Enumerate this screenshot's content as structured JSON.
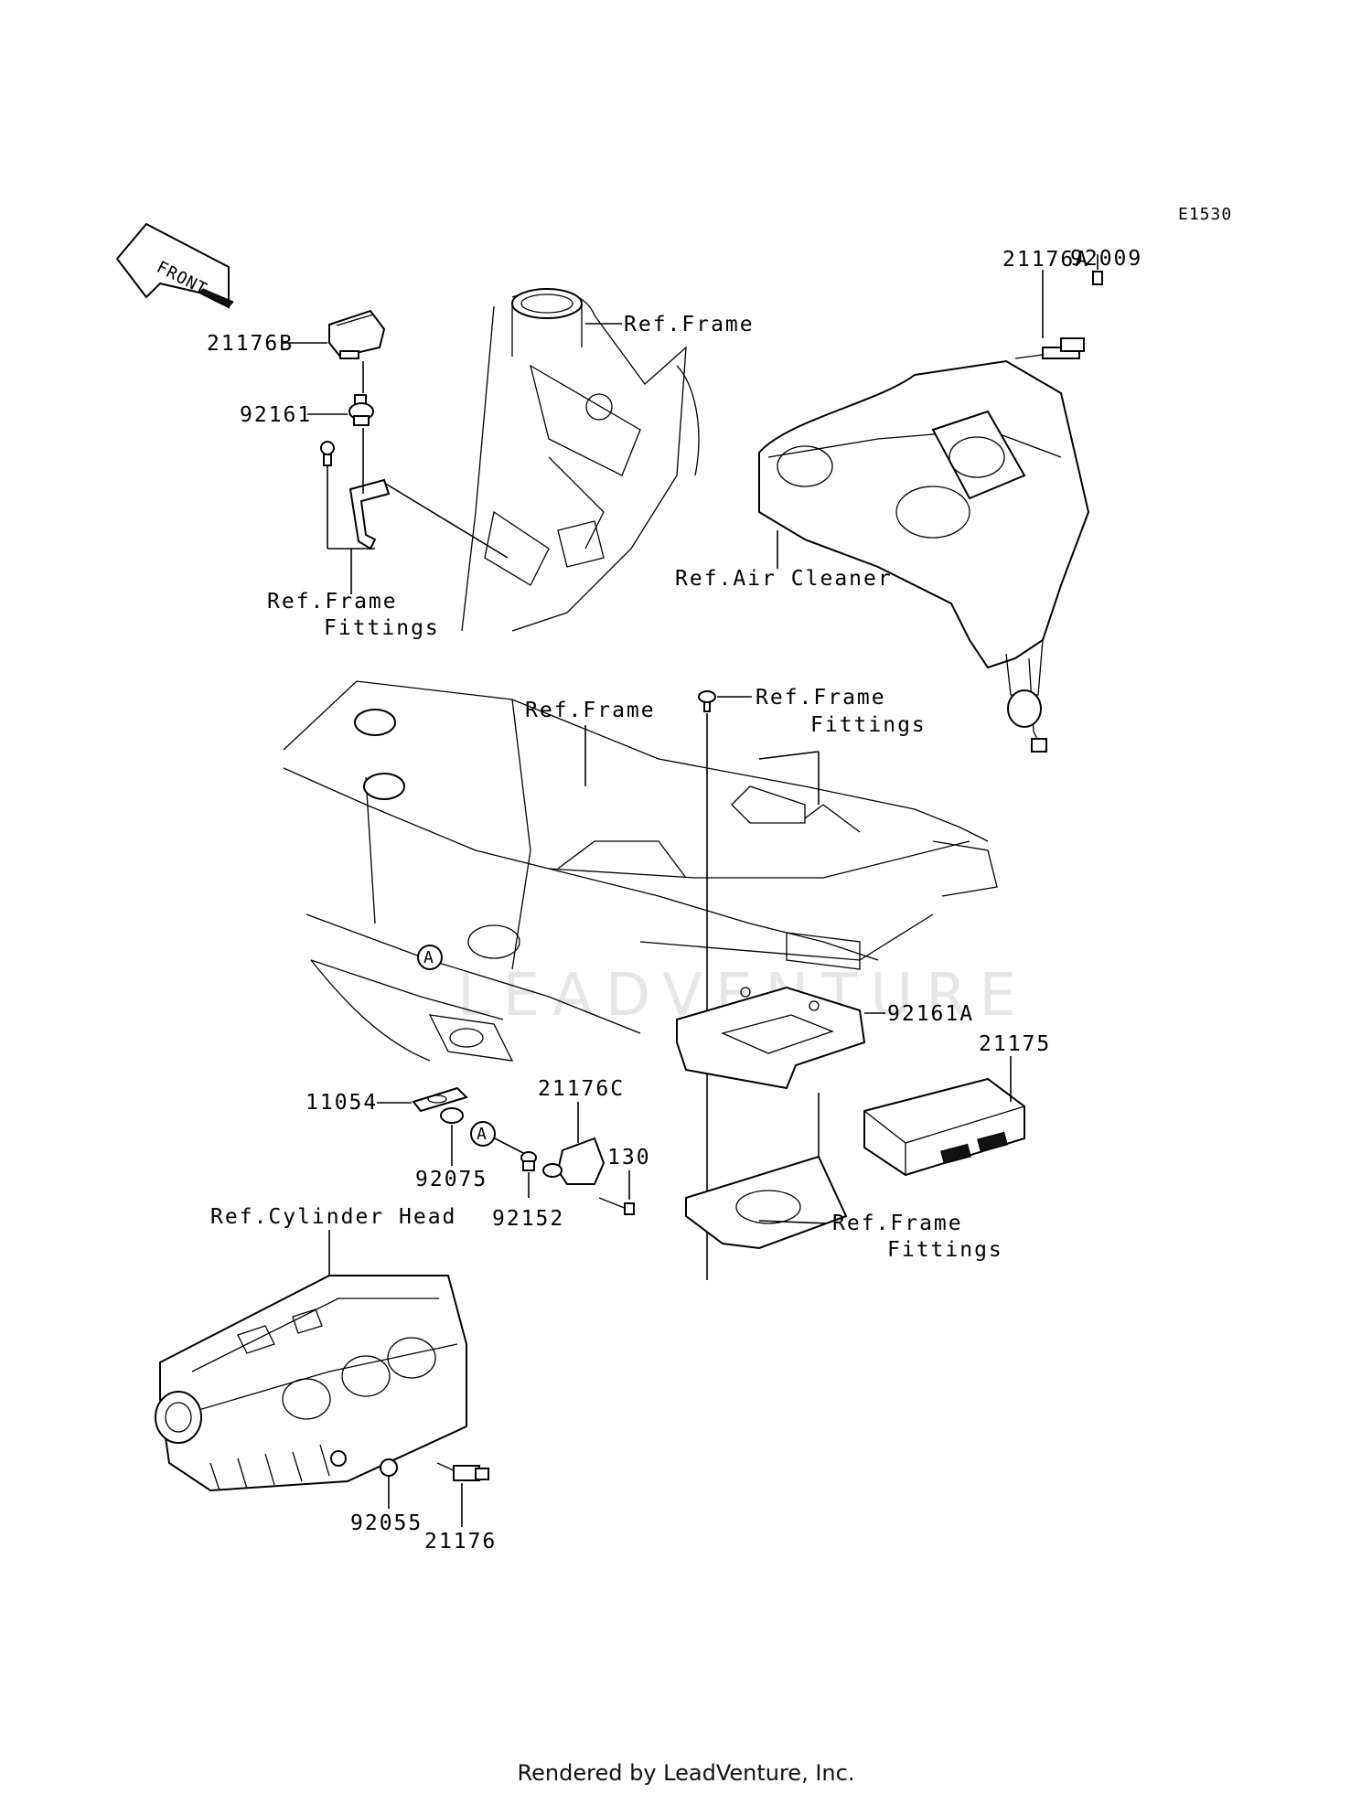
{
  "diagram_code": "E1530",
  "front_label": "FRONT",
  "refs": {
    "frame_top": "Ref.Frame",
    "frame_mid": "Ref.Frame",
    "frame_fittings_left": [
      "Ref.Frame",
      "Fittings"
    ],
    "frame_fittings_right_top": [
      "Ref.Frame",
      "Fittings"
    ],
    "frame_fittings_right_bottom": [
      "Ref.Frame",
      "Fittings"
    ],
    "air_cleaner": "Ref.Air Cleaner",
    "cylinder_head": "Ref.Cylinder Head"
  },
  "parts": {
    "p_21176B": "21176B",
    "p_92161": "92161",
    "p_92009": "92009",
    "p_21176A": "21176A",
    "p_92161A": "92161A",
    "p_21175": "21175",
    "p_11054": "11054",
    "p_92075": "92075",
    "p_21176C": "21176C",
    "p_130": "130",
    "p_92152": "92152",
    "p_92055": "92055",
    "p_21176": "21176"
  },
  "connector_marker": "A",
  "watermark": "LEADVENTURE",
  "footer": "Rendered by LeadVenture, Inc."
}
